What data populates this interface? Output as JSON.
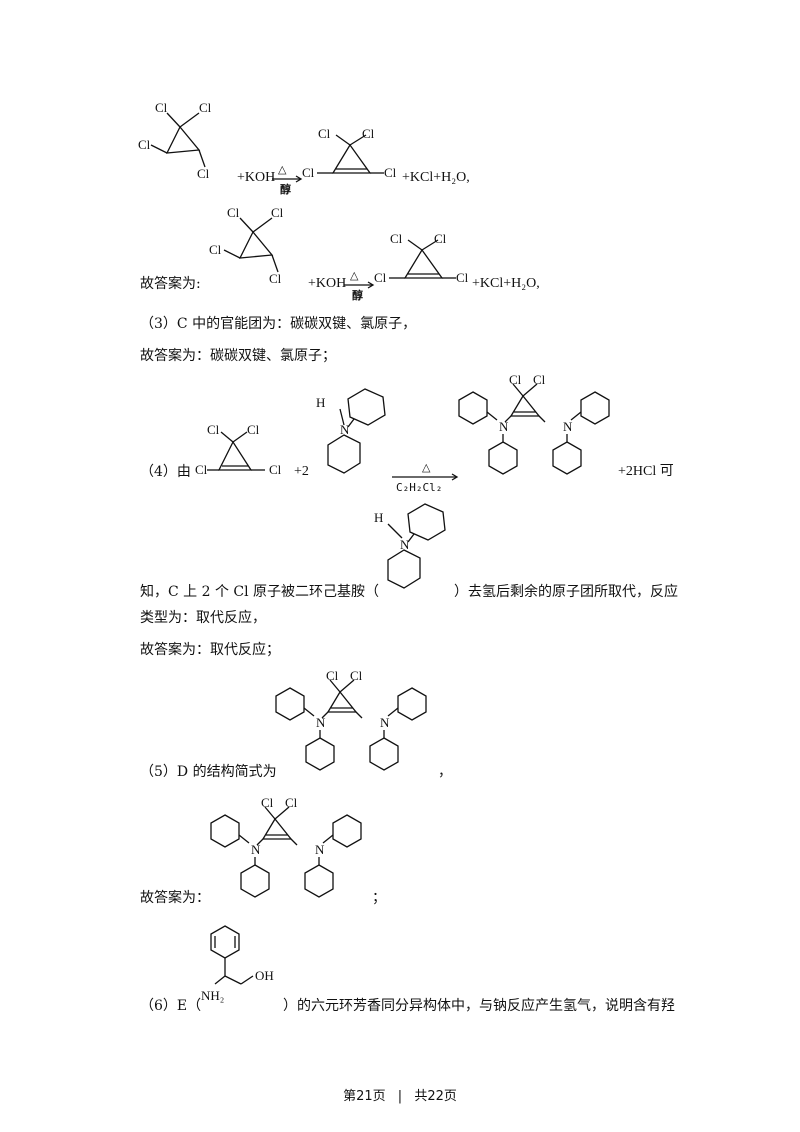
{
  "sec2": {
    "eq1_plus_koh": "+KOH",
    "eq1_cond_top": "△",
    "eq1_cond_bottom": "醇",
    "eq1_products": "+KCl+H₂O,",
    "answer_prefix": "故答案为:",
    "eq2_plus_koh": "+KOH",
    "eq2_cond_top": "△",
    "eq2_cond_bottom": "醇",
    "eq2_products": "+KCl+H₂O,"
  },
  "sec3": {
    "line1": "（3）C 中的官能团为：碳碳双键、氯原子，",
    "line2": "故答案为：碳碳双键、氯原子；"
  },
  "sec4": {
    "prefix": "（4）由",
    "plus2": "+2",
    "cond_top": "△",
    "cond_bottom": "C₂H₂Cl₂",
    "suffix": "+2HCl 可",
    "line2_a": "知，C 上 2 个 Cl 原子被二环己基胺（",
    "line2_b": "）去氢后剩余的原子团所取代，反应",
    "line3": "类型为：取代反应，",
    "line4": "故答案为：取代反应；"
  },
  "sec5": {
    "prefix": "（5）D 的结构简式为",
    "comma": "，",
    "answer": "故答案为：",
    "semicolon": "；"
  },
  "sec6": {
    "prefix": "（6）E（",
    "suffix": "）的六元环芳香同分异构体中，与钠反应产生氢气，说明含有羟"
  },
  "labels": {
    "cl": "Cl",
    "n": "N",
    "h": "H",
    "oh": "OH",
    "nh2": "NH₂"
  },
  "footer": {
    "page": "第21页",
    "sep": "|",
    "total": "共22页"
  }
}
